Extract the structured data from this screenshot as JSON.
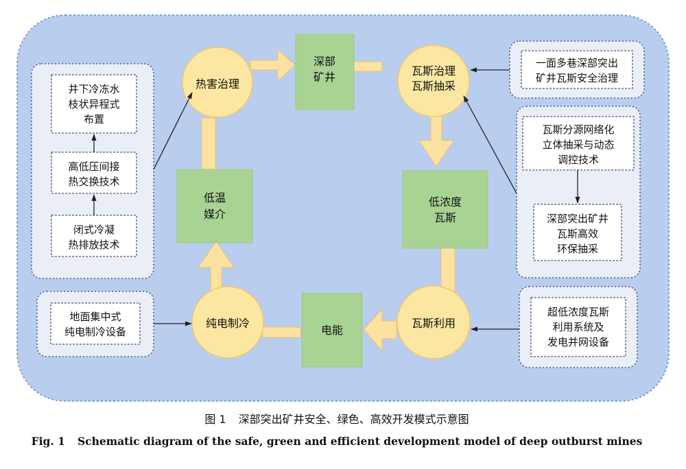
{
  "colors": {
    "background_panel": "#b9cdef",
    "circle_fill": "#fbe7a1",
    "circle_stroke": "#f3c96a",
    "arrow_fill": "#fbe2a0",
    "arrow_stroke": "#f0c26a",
    "square_fill": "#a8d393",
    "square_stroke": "#9cc887",
    "group_fill": "#e9eef7",
    "box_fill": "#ffffff"
  },
  "nodes": {
    "circle_heat": "热害治理",
    "circle_gas_top": [
      "瓦斯治理",
      "瓦斯抽采"
    ],
    "circle_gas_use": "瓦斯利用",
    "circle_cooling": "纯电制冷",
    "sq_deep_mine": [
      "深部",
      "矿井"
    ],
    "sq_low_gas": [
      "低浓度",
      "瓦斯"
    ],
    "sq_power": "电能",
    "sq_low_temp": [
      "低温",
      "媒介"
    ]
  },
  "left_group": {
    "box_top": [
      "井下冷冻水",
      "枝状异程式",
      "布置"
    ],
    "box_mid": [
      "高低压间接",
      "热交换技术"
    ],
    "box_bottom": [
      "闭式冷凝",
      "热排放技术"
    ]
  },
  "left_bottom_box": [
    "地面集中式",
    "纯电制冷设备"
  ],
  "right_top_box": [
    "一面多巷深部突出",
    "矿井瓦斯安全治理"
  ],
  "right_group": {
    "box_top": [
      "瓦斯分源网络化",
      "立体抽采与动态",
      "调控技术"
    ],
    "box_bottom": [
      "深部突出矿井",
      "瓦斯高效",
      "环保抽采"
    ]
  },
  "right_bottom_box": [
    "超低浓度瓦斯",
    "利用系统及",
    "发电并网设备"
  ],
  "caption": {
    "cn_label": "图 1",
    "cn_text": "深部突出矿井安全、绿色、高效开发模式示意图",
    "en_label": "Fig. 1",
    "en_text": "Schematic diagram of the safe, green and efficient development model of deep outburst mines"
  }
}
